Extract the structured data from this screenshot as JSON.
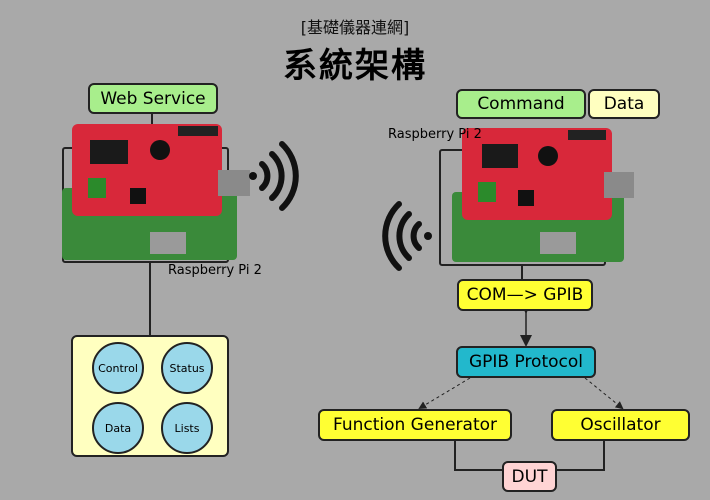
{
  "header": {
    "subtitle": "[基礎儀器連網]",
    "title": "系統架構"
  },
  "left": {
    "service_label": "Web Service",
    "pi_label": "Raspberry Pi 2",
    "panel_items": [
      "Control",
      "Status",
      "Data",
      "Lists"
    ]
  },
  "right": {
    "command_label": "Command",
    "data_label": "Data",
    "pi_label": "Raspberry Pi 2",
    "com_gpib_label": "COM—> GPIB",
    "gpib_protocol_label": "GPIB Protocol",
    "function_generator_label": "Function Generator",
    "oscillator_label": "Oscillator",
    "dut_label": "DUT"
  },
  "colors": {
    "background": "#a9a9a9",
    "green_box": "#a8ee8c",
    "yellow_box": "#ffff33",
    "cream_box": "#ffffc0",
    "cyan_box": "#22b8cc",
    "pink_box": "#ffd4d4",
    "circle": "#9ad8ea",
    "pi_red": "#d8283a",
    "pi_green": "#3a8a3a"
  }
}
